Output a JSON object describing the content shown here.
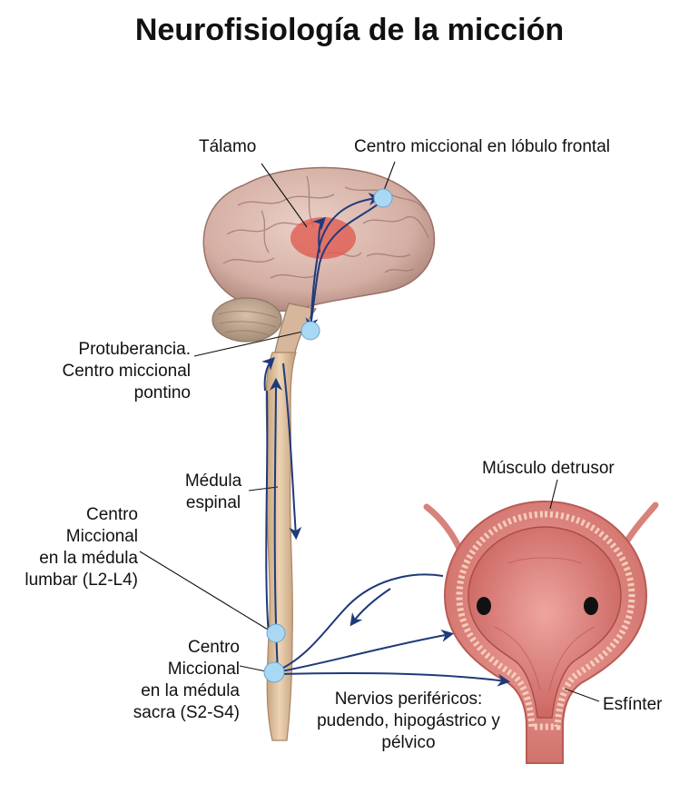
{
  "title": "Neurofisiología de la micción",
  "labels": {
    "talamo": [
      "Tálamo"
    ],
    "centro_frontal": [
      "Centro miccional en lóbulo frontal"
    ],
    "protuberancia": [
      "Protuberancia.",
      "Centro miccional",
      "pontino"
    ],
    "medula_espinal": [
      "Médula",
      "espinal"
    ],
    "centro_lumbar": [
      "Centro",
      "Miccional",
      "en la médula",
      "lumbar (L2-L4)"
    ],
    "centro_sacro": [
      "Centro",
      "Miccional",
      "en la médula",
      "sacra (S2-S4)"
    ],
    "musculo_detrusor": [
      "Músculo detrusor"
    ],
    "esfinter": [
      "Esfínter"
    ],
    "nervios": [
      "Nervios periféricos:",
      "pudendo, hipogástrico y",
      "pélvico"
    ]
  },
  "colors": {
    "pathway": "#1f3a7a",
    "node": "#a8d8f4",
    "thalamus": "#e05a4e",
    "brain": "#d9b7ad",
    "spinal_cord": "#d9b894",
    "bladder": "#e28a85"
  }
}
